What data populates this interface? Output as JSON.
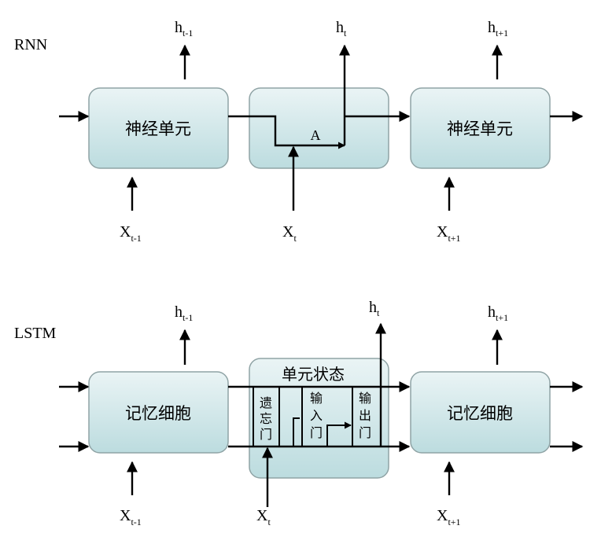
{
  "rnn": {
    "section_label": "RNN",
    "cell_left": "神经单元",
    "cell_right": "神经单元",
    "cell_center_label": "A",
    "h_left": {
      "base": "h",
      "sub": "t-1"
    },
    "h_center": {
      "base": "h",
      "sub": "t"
    },
    "h_right": {
      "base": "h",
      "sub": "t+1"
    },
    "x_left": {
      "base": "X",
      "sub": "t-1"
    },
    "x_center": {
      "base": "X",
      "sub": "t"
    },
    "x_right": {
      "base": "X",
      "sub": "t+1"
    }
  },
  "lstm": {
    "section_label": "LSTM",
    "cell_left": "记忆细胞",
    "cell_right": "记忆细胞",
    "cell_state_label": "单元状态",
    "gates": {
      "forget": [
        "遗",
        "忘",
        "门"
      ],
      "input": [
        "输",
        "入",
        "门"
      ],
      "output": [
        "输",
        "出",
        "门"
      ]
    },
    "h_left": {
      "base": "h",
      "sub": "t-1"
    },
    "h_center": {
      "base": "h",
      "sub": "t"
    },
    "h_right": {
      "base": "h",
      "sub": "t+1"
    },
    "x_left": {
      "base": "X",
      "sub": "t-1"
    },
    "x_center": {
      "base": "X",
      "sub": "t"
    },
    "x_right": {
      "base": "X",
      "sub": "t+1"
    }
  },
  "colors": {
    "box_top": "#eaf4f5",
    "box_bottom": "#bfdde0",
    "box_stroke": "#8fa3a5",
    "line": "#000000"
  }
}
